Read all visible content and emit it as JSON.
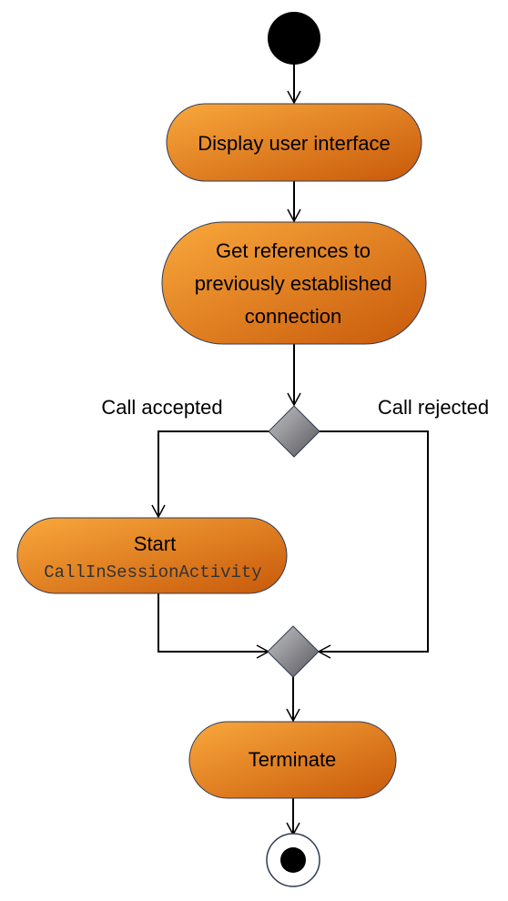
{
  "activities": {
    "display_ui": "Display user interface",
    "get_refs": [
      "Get references to",
      "previously established",
      "connection"
    ],
    "start_call": {
      "line1": "Start",
      "line2": "CallInSessionActivity"
    },
    "terminate": "Terminate"
  },
  "guards": {
    "accepted": "Call accepted",
    "rejected": "Call rejected"
  },
  "colors": {
    "activity_light": "#f9a83c",
    "activity_dark": "#c8590a",
    "decision_light": "#c4c4c8",
    "decision_dark": "#56565c",
    "border": "#2f3b55"
  }
}
